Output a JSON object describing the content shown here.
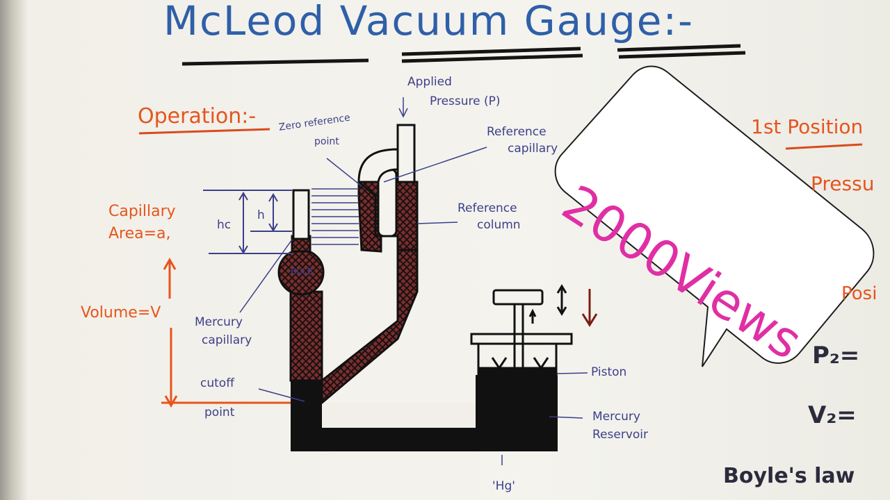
{
  "title": "McLeod Vacuum Gauge:-",
  "heading": "Operation:-",
  "labels": {
    "applied_1": "Applied",
    "applied_2": "Pressure (P)",
    "zero_ref_1": "Zero reference",
    "zero_ref_2": "point",
    "ref_cap_1": "Reference",
    "ref_cap_2": "capillary",
    "ref_col_1": "Reference",
    "ref_col_2": "column",
    "capillary_1": "Capillary",
    "capillary_2": "Area=a,",
    "h": "h",
    "hc": "hc",
    "bulb": "BULB",
    "volume": "Volume=V",
    "merc_cap_1": "Mercury",
    "merc_cap_2": "capillary",
    "cutoff_1": "cutoff",
    "cutoff_2": "point",
    "piston": "Piston",
    "merc_res_1": "Mercury",
    "merc_res_2": "Reservoir",
    "hg": "'Hg'"
  },
  "right_notes": {
    "position": "1st Position",
    "pressure": "Pressu",
    "posi": "Posi",
    "p2": "P₂=",
    "v2": "V₂=",
    "boyles": "Boyle's law"
  },
  "overlay": {
    "views": "2000Views"
  },
  "colors": {
    "title": "#2f5fa8",
    "annotation_blue": "#3b3f8a",
    "annotation_orange": "#e6551d",
    "overlay_text": "#e02fa4",
    "ink": "#141414"
  }
}
